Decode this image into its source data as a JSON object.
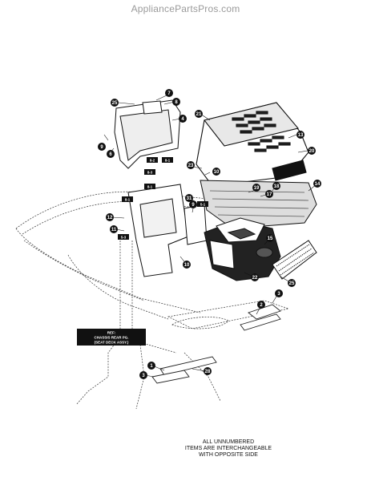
{
  "site": {
    "header": "AppliancePartsPros.com"
  },
  "reference_box": {
    "line1": "REF:",
    "line2": "CHASSIS REAR PG.",
    "line3": "(SEAT DECK ASSY.)"
  },
  "footnote": {
    "line1": "ALL UNNUMBERED",
    "line2": "ITEMS ARE INTERCHANGEABLE",
    "line3": "WITH OPPOSITE SIDE"
  },
  "callouts": [
    {
      "name": "callout-25-top",
      "label": "25"
    },
    {
      "name": "callout-7",
      "label": "7"
    },
    {
      "name": "callout-8",
      "label": "8"
    },
    {
      "name": "callout-4",
      "label": "4"
    },
    {
      "name": "callout-9-left",
      "label": "9"
    },
    {
      "name": "callout-6",
      "label": "6"
    },
    {
      "name": "callout-21",
      "label": "21"
    },
    {
      "name": "callout-13",
      "label": "13"
    },
    {
      "name": "callout-20",
      "label": "20"
    },
    {
      "name": "callout-23",
      "label": "23"
    },
    {
      "name": "callout-10-upper",
      "label": "10"
    },
    {
      "name": "callout-14",
      "label": "14"
    },
    {
      "name": "callout-19",
      "label": "19"
    },
    {
      "name": "callout-17",
      "label": "17"
    },
    {
      "name": "callout-18",
      "label": "18"
    },
    {
      "name": "callout-31",
      "label": "31"
    },
    {
      "name": "callout-9-right",
      "label": "9"
    },
    {
      "name": "callout-12",
      "label": "12"
    },
    {
      "name": "callout-11",
      "label": "11"
    },
    {
      "name": "callout-22",
      "label": "22"
    },
    {
      "name": "callout-10-lower",
      "label": "10"
    },
    {
      "name": "callout-15",
      "label": "15"
    },
    {
      "name": "callout-25-right",
      "label": "25"
    },
    {
      "name": "callout-3-right",
      "label": "3"
    },
    {
      "name": "callout-2",
      "label": "2"
    },
    {
      "name": "callout-1",
      "label": "1"
    },
    {
      "name": "callout-3-left",
      "label": "3"
    },
    {
      "name": "callout-28",
      "label": "28"
    }
  ],
  "ref_tags": [
    {
      "name": "ref-tag-8-2",
      "label": "8-2"
    },
    {
      "name": "ref-tag-8-1-top",
      "label": "8-1"
    },
    {
      "name": "ref-tag-8-3",
      "label": "8-3"
    },
    {
      "name": "ref-tag-8-1-mid",
      "label": "8-1"
    },
    {
      "name": "ref-tag-5-1",
      "label": "5-1"
    },
    {
      "name": "ref-tag-8-1-left",
      "label": "8-1"
    },
    {
      "name": "ref-tag-5-3",
      "label": "5-3"
    }
  ]
}
